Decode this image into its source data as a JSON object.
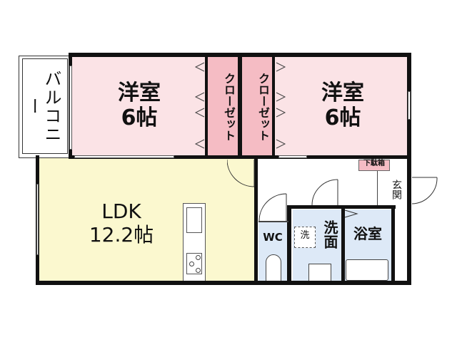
{
  "floorplan": {
    "colors": {
      "bedroom": "#fbe3e6",
      "closet": "#f5bcc4",
      "ldk": "#fbf8cf",
      "wet_area": "#dde9f7",
      "wall": "#111111",
      "shoe_cabinet": "#f5bcc4"
    },
    "rooms": {
      "balcony": {
        "label": "バルコニー"
      },
      "bedroom_west": {
        "type": "洋室",
        "size": "6帖"
      },
      "closet_west": {
        "label": "クローゼット"
      },
      "closet_east": {
        "label": "クローゼット"
      },
      "bedroom_east": {
        "type": "洋室",
        "size": "6帖"
      },
      "ldk": {
        "type": "LDK",
        "size": "12.2帖"
      },
      "shoe_cabinet": {
        "label": "下駄箱"
      },
      "entrance": {
        "label": "玄関"
      },
      "toilet": {
        "label": "WC"
      },
      "washroom": {
        "label": "洗面"
      },
      "washer_space": {
        "label": "洗"
      },
      "bathroom": {
        "label": "浴室"
      }
    }
  }
}
